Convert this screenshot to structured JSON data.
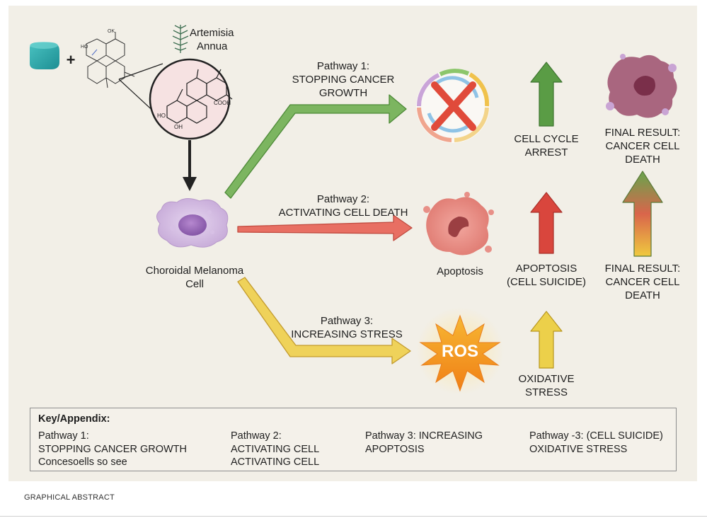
{
  "plant": {
    "name_line1": "Artemisia",
    "name_line2": "Annua"
  },
  "molecule_labels": {
    "oh_top": "HO",
    "ok": "OK",
    "cooh": "COOH",
    "ho": "HO",
    "oh": "OH",
    "plus": "+"
  },
  "cell": {
    "label_line1": "Choroidal Melanoma",
    "label_line2": "Cell"
  },
  "pathways": [
    {
      "title": "Pathway 1:",
      "subtitle_line1": "STOPPING CANCER",
      "subtitle_line2": "GROWTH",
      "color": "#6aa84f"
    },
    {
      "title": "Pathway 2:",
      "subtitle_line1": "ACTIVATING CELL DEATH",
      "subtitle_line2": "",
      "color": "#e0574f"
    },
    {
      "title": "Pathway 3:",
      "subtitle_line1": "INCREASING STRESS",
      "subtitle_line2": "",
      "color": "#e6c542"
    }
  ],
  "apoptosis_label": "Apoptosis",
  "ros_label": "ROS",
  "outcomes": {
    "cell_cycle": {
      "line1": "CELL CYCLE",
      "line2": "ARREST"
    },
    "apoptosis": {
      "line1": "APOPTOSIS",
      "line2": "(CELL SUICIDE)"
    },
    "oxidative": {
      "line1": "OXIDATIVE",
      "line2": "STRESS"
    }
  },
  "final_results": [
    {
      "line1": "FINAL RESULT:",
      "line2": "CANCER CELL",
      "line3": "DEATH"
    },
    {
      "line1": "FINAL RESULT:",
      "line2": "CANCER CELL",
      "line3": "DEATH"
    }
  ],
  "key": {
    "title": "Key/Appendix:",
    "columns": [
      [
        "Pathway 1:",
        "STOPPING CANCER GROWTH",
        "Concesoells so see"
      ],
      [
        "Pathway 2:",
        "ACTIVATING CELL",
        "ACTIVATING CELL"
      ],
      [
        "Pathway 3: INCREASING",
        "APOPTOSIS"
      ],
      [
        "Pathway -3: (CELL SUICIDE)",
        "OXIDATIVE STRESS"
      ]
    ]
  },
  "footer": "GRAPHICAL ABSTRACT",
  "colors": {
    "green": "#6aa84f",
    "red": "#e0574f",
    "yellow": "#e6c542",
    "background": "#f2efe7"
  }
}
